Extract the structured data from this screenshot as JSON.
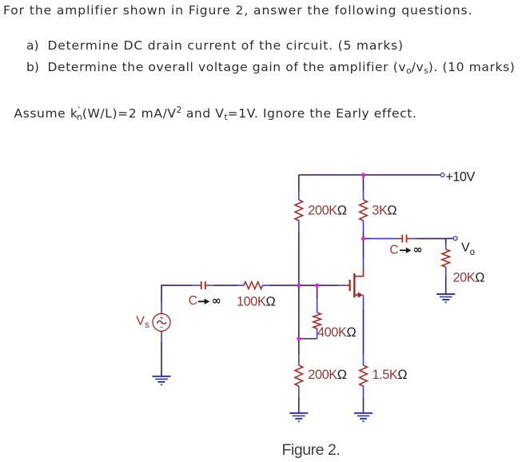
{
  "question": {
    "intro": "For the amplifier shown in Figure 2, answer the following questions.",
    "item_a": {
      "label": "a)",
      "text": "Determine DC drain current of the circuit. (5 marks)"
    },
    "item_b": {
      "label": "b)",
      "part1": "Determine the overall voltage gain of the amplifier (v",
      "sub1": "o",
      "part2": "/v",
      "sub2": "s",
      "part3": "). (10 marks)"
    },
    "assumption": {
      "part1": "Assume k",
      "prime": "'",
      "sub_n": "n",
      "part2": "(W/L)=2 mA/V",
      "sup_2": "2",
      "part3": " and V",
      "sub_t": "t",
      "part4": "=1V. Ignore the Early effect."
    }
  },
  "circuit": {
    "supply_label": "+10V",
    "caption": "Figure 2.",
    "source_label": {
      "name": "V",
      "sub": "s"
    },
    "output_label": {
      "name": "V",
      "sub": "o"
    },
    "capacitor_input": {
      "name": "C",
      "arrow": "→",
      "infinity": "∞"
    },
    "capacitor_output": {
      "name": "C",
      "arrow": "→",
      "infinity": "∞"
    },
    "resistors": {
      "r_gate_top": {
        "value": "200K",
        "unit": "Ω"
      },
      "r_drain": {
        "value": "3K",
        "unit": "Ω"
      },
      "r_signal": {
        "value": "100K",
        "unit": "Ω"
      },
      "r_gate_mid": {
        "value": "400K",
        "unit": "Ω"
      },
      "r_gate_bottom": {
        "value": "200K",
        "unit": "Ω"
      },
      "r_source": {
        "value": "1.5K",
        "unit": "Ω"
      },
      "r_load": {
        "value": "20K",
        "unit": "Ω"
      }
    }
  },
  "colors": {
    "wire": "#452b5e",
    "pin": "#4646cb",
    "component": "#ae2a26",
    "label_red": "#9a3834",
    "label_black": "#1c1c1c",
    "junction": "#e01fe0",
    "ground": "#2b2b8f",
    "body_text": "#2d2d2d",
    "caption_gray": "#3d3d3d"
  }
}
